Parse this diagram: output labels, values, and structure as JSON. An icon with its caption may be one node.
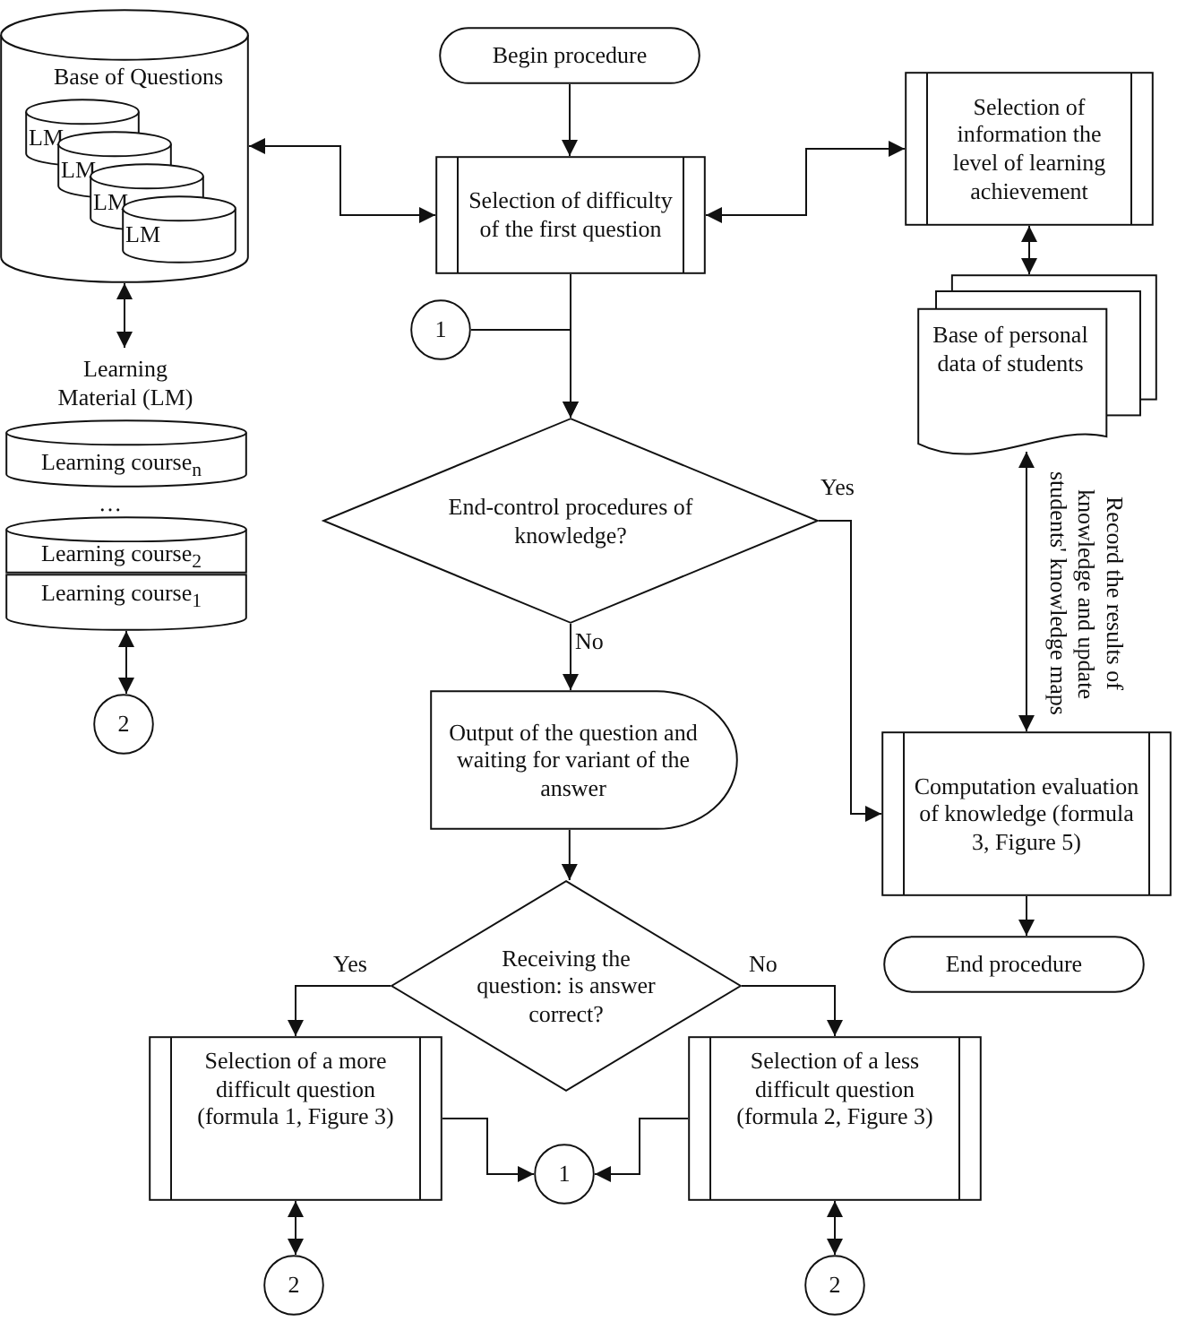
{
  "diagram": {
    "nodes": [
      {
        "text": [
          "Base of Questions"
        ]
      },
      {
        "text": [
          "LM"
        ],
        "in": 0
      },
      {
        "text": [
          "LM"
        ],
        "in": 0
      },
      {
        "text": [
          "LM"
        ],
        "in": 0
      },
      {
        "text": [
          "LM"
        ],
        "in": 0
      },
      {
        "text": [
          "Learning Material (LM)"
        ]
      },
      {
        "text": [
          "Learning course$_{n}$"
        ]
      },
      {
        "text": [
          "Learning course$_{2}$"
        ]
      },
      {
        "text": [
          "Learning course$_{1}$"
        ]
      },
      {
        "text": [
          "2"
        ]
      },
      {
        "text": [
          "Begin procedure"
        ]
      },
      {
        "text": [
          "Selection of difficulty of the first question"
        ]
      },
      {
        "text": [
          "1"
        ]
      },
      {
        "text": [
          "End-control procedures of knowledge?"
        ]
      },
      {
        "text": [
          "Output of the question and waiting for variant of the answer"
        ]
      },
      {
        "text": [
          "Receiving the question: is answer correct?"
        ]
      },
      {
        "text": [
          "Selection of a more difficult question (formula 1, Figure 3)"
        ]
      },
      {
        "text": [
          "1"
        ]
      },
      {
        "text": [
          "Selection of a less difficult question (formula 2, Figure 3)"
        ]
      },
      {
        "text": [
          "2"
        ]
      },
      {
        "text": [
          "2"
        ]
      },
      {
        "text": [
          "Selection of information the level of learning achievement"
        ]
      },
      {
        "text": [
          "Base of personal data of students"
        ]
      },
      {
        "text": [
          "Computation evaluation of knowledge (formula 3, Figure 5)"
        ]
      },
      {
        "text": [
          "End procedure"
        ]
      }
    ],
    "edges": [
      {
        "from": 10,
        "to": 11,
        "arrow": "to"
      },
      {
        "from": 11,
        "to": 0,
        "arrow": "both"
      },
      {
        "from": 11,
        "to": 21,
        "arrow": "both"
      },
      {
        "from": 0,
        "to": 5,
        "arrow": "both"
      },
      {
        "from": 8,
        "to": 9,
        "arrow": "both"
      },
      {
        "from": 12,
        "to": 13,
        "arrow": "to"
      },
      {
        "from": 11,
        "to": 13,
        "arrow": "to"
      },
      {
        "from": 13,
        "to": 14,
        "arrow": "to",
        "label": "No"
      },
      {
        "from": 13,
        "to": 23,
        "arrow": "to",
        "label": "Yes"
      },
      {
        "from": 14,
        "to": 15,
        "arrow": "to"
      },
      {
        "from": 15,
        "to": 16,
        "arrow": "to",
        "label": "Yes"
      },
      {
        "from": 15,
        "to": 18,
        "arrow": "to",
        "label": "No"
      },
      {
        "from": 16,
        "to": 17,
        "arrow": "to"
      },
      {
        "from": 18,
        "to": 17,
        "arrow": "to"
      },
      {
        "from": 16,
        "to": 19,
        "arrow": "both"
      },
      {
        "from": 18,
        "to": 20,
        "arrow": "both"
      },
      {
        "from": 21,
        "to": 22,
        "arrow": "both"
      },
      {
        "from": 22,
        "to": 23,
        "arrow": "both",
        "label": "Record the results of knowledge and update students' knowledge maps"
      },
      {
        "from": 23,
        "to": 24,
        "arrow": "to"
      }
    ],
    "labels": [
      "…"
    ]
  }
}
